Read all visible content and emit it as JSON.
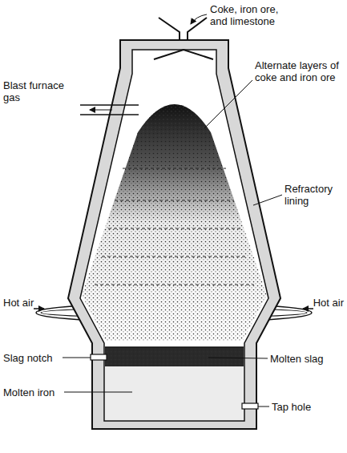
{
  "diagram": {
    "labels": [
      "Coke, iron ore, and limestone",
      "Blast furnace gas",
      "Alternate layers of coke and iron ore",
      "Refractory lining",
      "Hot air",
      "Hot air",
      "Slag notch",
      "Molten slag",
      "Molten iron",
      "Tap hole"
    ]
  }
}
